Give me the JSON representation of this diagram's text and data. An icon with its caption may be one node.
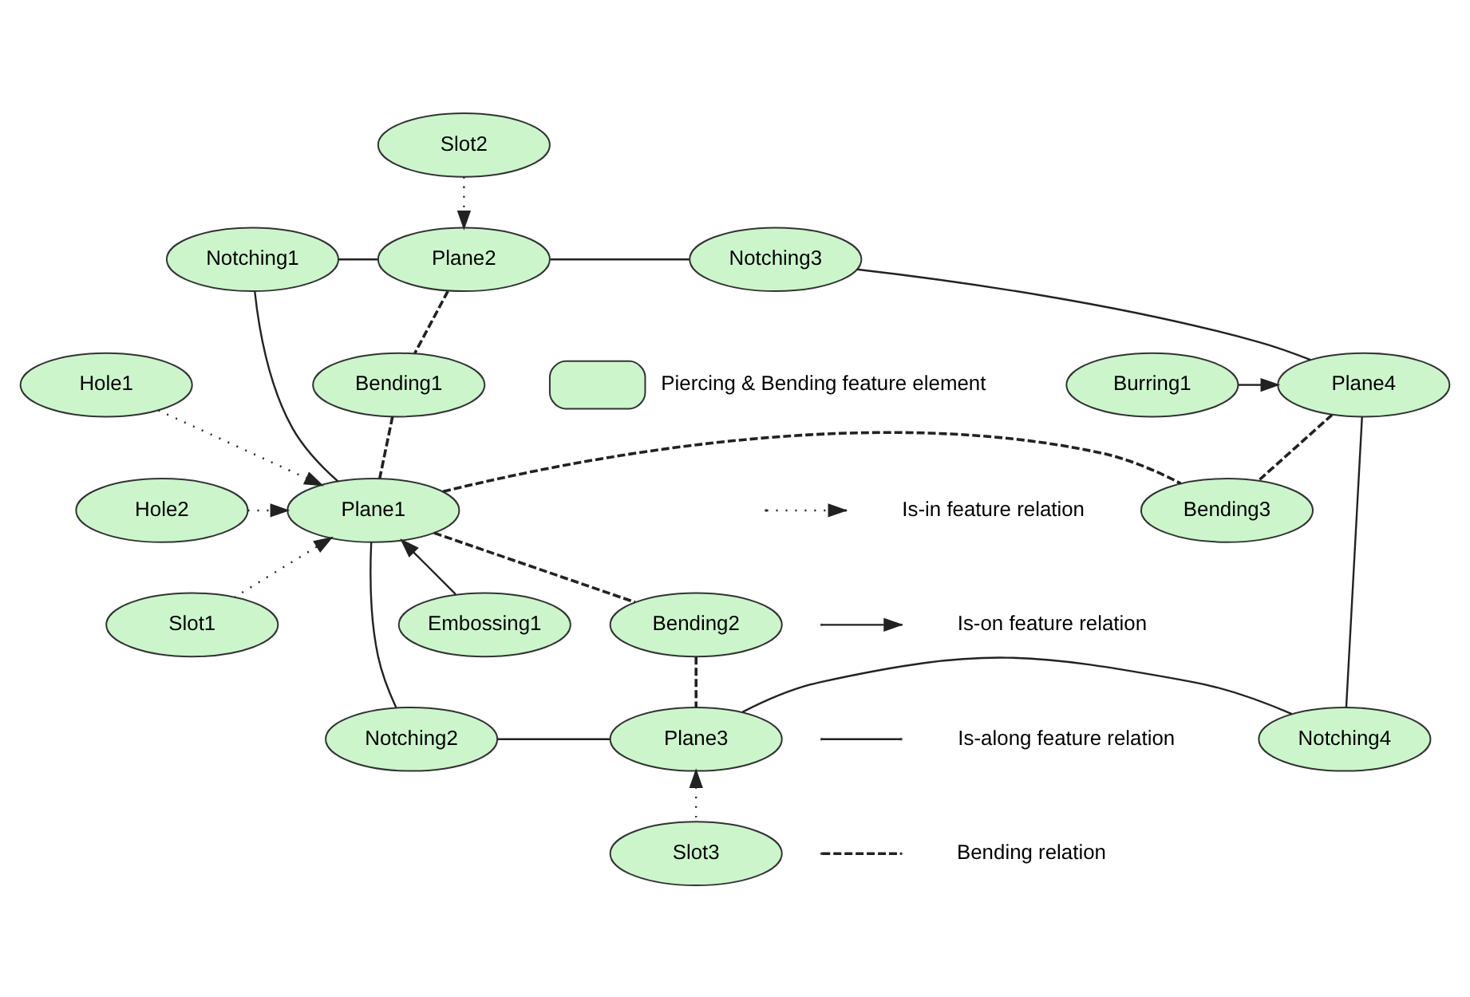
{
  "diagram": {
    "nodes": [
      {
        "text": [
          "Slot2"
        ]
      },
      {
        "text": [
          "Notching1"
        ]
      },
      {
        "text": [
          "Plane2"
        ]
      },
      {
        "text": [
          "Notching3"
        ]
      },
      {
        "text": [
          "Hole1"
        ]
      },
      {
        "text": [
          "Bending1"
        ]
      },
      {
        "text": [
          "Plane4"
        ]
      },
      {
        "text": [
          "Burring1"
        ]
      },
      {
        "text": [
          "Hole2"
        ]
      },
      {
        "text": [
          "Plane1"
        ]
      },
      {
        "text": [
          "Bending3"
        ]
      },
      {
        "text": [
          "Slot1"
        ]
      },
      {
        "text": [
          "Bending2"
        ]
      },
      {
        "text": [
          "Embossing1"
        ]
      },
      {
        "text": [
          "Plane3"
        ]
      },
      {
        "text": [
          "Notching4"
        ]
      },
      {
        "text": [
          "Notching2"
        ]
      },
      {
        "text": [
          "Slot3"
        ]
      }
    ],
    "edges": [
      {
        "from": 0,
        "to": 2,
        "arrow": "to",
        "style": "dashed"
      },
      {
        "from": 1,
        "to": 2,
        "arrow": "none"
      },
      {
        "from": 2,
        "to": 3,
        "arrow": "none"
      },
      {
        "from": 2,
        "to": 5,
        "arrow": "none",
        "style": "dashed"
      },
      {
        "from": 1,
        "to": 9,
        "arrow": "none"
      },
      {
        "from": 3,
        "to": 6,
        "arrow": "none"
      },
      {
        "from": 5,
        "to": 9,
        "arrow": "none",
        "style": "dashed"
      },
      {
        "from": 7,
        "to": 6,
        "arrow": "to"
      },
      {
        "from": 4,
        "to": 9,
        "arrow": "to",
        "style": "dashed"
      },
      {
        "from": 6,
        "to": 10,
        "arrow": "none",
        "style": "dashed"
      },
      {
        "from": 8,
        "to": 9,
        "arrow": "to",
        "style": "dashed"
      },
      {
        "from": 9,
        "to": 10,
        "arrow": "none",
        "style": "dashed"
      },
      {
        "from": 11,
        "to": 9,
        "arrow": "to",
        "style": "dashed"
      },
      {
        "from": 13,
        "to": 9,
        "arrow": "to"
      },
      {
        "from": 9,
        "to": 12,
        "arrow": "none",
        "style": "dashed"
      },
      {
        "from": 16,
        "to": 9,
        "arrow": "none"
      },
      {
        "from": 12,
        "to": 14,
        "arrow": "none",
        "style": "dashed"
      },
      {
        "from": 15,
        "to": 6,
        "arrow": "none"
      },
      {
        "from": 14,
        "to": 15,
        "arrow": "none"
      },
      {
        "from": 16,
        "to": 14,
        "arrow": "none"
      },
      {
        "from": 17,
        "to": 14,
        "arrow": "to",
        "style": "dashed"
      }
    ],
    "legend": [
      {
        "text": "Piercing & Bending feature element",
        "color": "#ccf5cc"
      },
      {
        "text": "Is-in feature relation"
      },
      {
        "text": "Is-on feature relation"
      },
      {
        "text": "Is-along feature relation"
      },
      {
        "text": "Bending relation"
      }
    ]
  }
}
